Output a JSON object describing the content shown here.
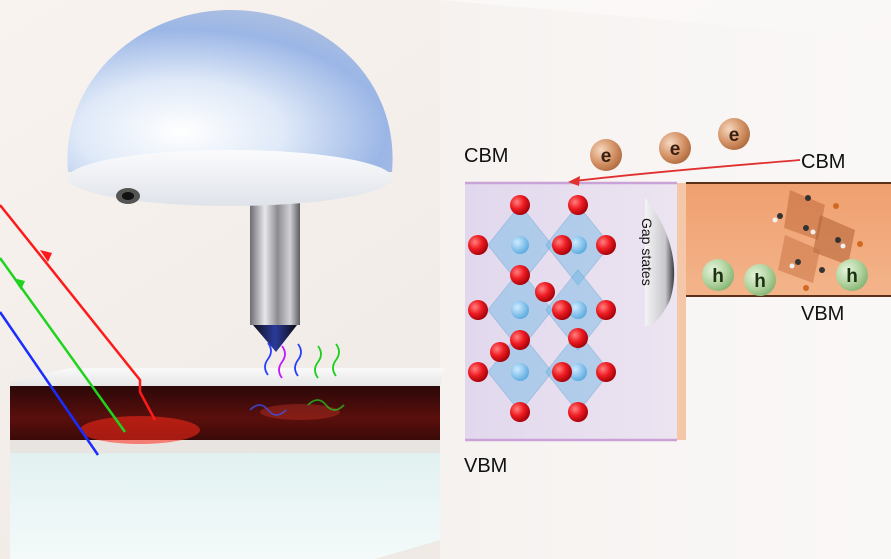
{
  "labels": {
    "cbm_left": "CBM",
    "vbm_left": "VBM",
    "cbm_right": "CBM",
    "vbm_right": "VBM",
    "gap_states": "Gap states"
  },
  "electrons": [
    "e",
    "e",
    "e"
  ],
  "holes": [
    "h",
    "h",
    "h"
  ],
  "colors": {
    "electron": "#c98a5a",
    "hole": "#a8cc98",
    "oxide_region": "#e6dcef",
    "perovskite_region": "#efa77a",
    "band_line": "#c9a3d8",
    "arrow": "#e03030",
    "oxygen": "#e8101a",
    "octahedron": "#6fb8e6"
  },
  "icons": [
    "light-beam-icon",
    "tip-icon",
    "dome-icon"
  ]
}
